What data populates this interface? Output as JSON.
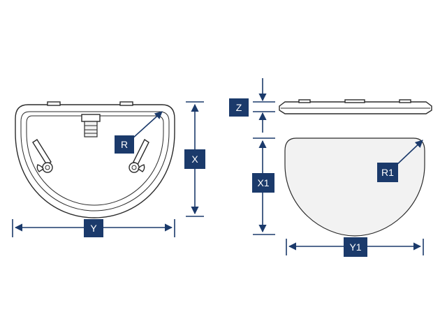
{
  "labels": {
    "x": "X",
    "y": "Y",
    "r": "R",
    "z": "Z",
    "x1": "X1",
    "y1": "Y1",
    "r1": "R1"
  },
  "colors": {
    "label_background": "#1b3a6b",
    "label_text": "#ffffff",
    "outline": "#2a2a2a"
  }
}
